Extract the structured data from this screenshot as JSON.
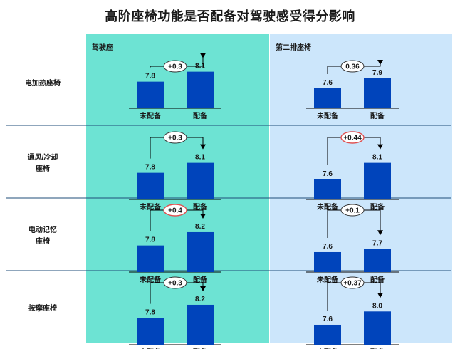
{
  "title": "高阶座椅功能是否配备对驾驶感受得分影响",
  "colors": {
    "panel_driver": "#6DE3D3",
    "panel_second": "#CCE6FB",
    "bar": "#0044BB",
    "row_line": "#1F4E79",
    "bubble_highlight": "#E05050",
    "bubble_normal": "#333333"
  },
  "chart_data": {
    "type": "bar",
    "panels": [
      "驾驶座",
      "第二排座椅"
    ],
    "categories": [
      "未配备",
      "配备"
    ],
    "rows": [
      {
        "label": "电加热座椅",
        "groups": [
          {
            "values": [
              7.8,
              8.1
            ],
            "diff": "+0.3",
            "highlight": false
          },
          {
            "values": [
              7.6,
              7.9
            ],
            "diff": "0.36",
            "highlight": false
          }
        ]
      },
      {
        "label": "通风/冷却\n座椅",
        "groups": [
          {
            "values": [
              7.8,
              8.1
            ],
            "diff": "+0.3",
            "highlight": false
          },
          {
            "values": [
              7.6,
              8.1
            ],
            "diff": "+0.44",
            "highlight": true
          }
        ]
      },
      {
        "label": "电动记忆\n座椅",
        "groups": [
          {
            "values": [
              7.8,
              8.2
            ],
            "diff": "+0.4",
            "highlight": true
          },
          {
            "values": [
              7.6,
              7.7
            ],
            "diff": "+0.1",
            "highlight": false
          }
        ]
      },
      {
        "label": "按摩座椅",
        "groups": [
          {
            "values": [
              7.8,
              8.2
            ],
            "diff": "+0.3",
            "highlight": false
          },
          {
            "values": [
              7.6,
              8.0
            ],
            "diff": "+0.37",
            "highlight": false
          }
        ]
      }
    ]
  }
}
